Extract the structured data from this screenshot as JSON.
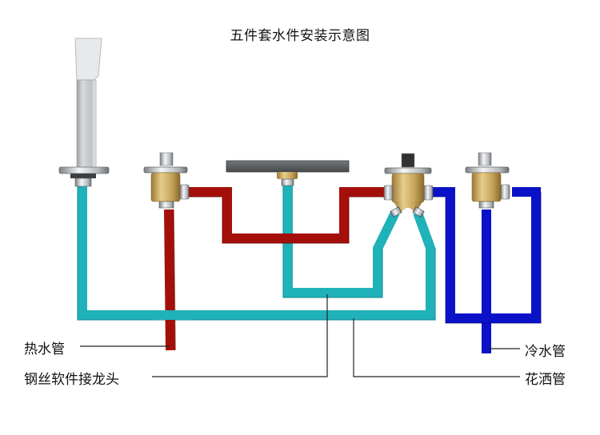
{
  "title": "五件套水件安装示意图",
  "labels": {
    "hot_pipe": "热水管",
    "hose_connector": "钢丝软件接龙头",
    "cold_pipe": "冷水管",
    "shower_pipe": "花洒管"
  },
  "components": [
    {
      "id": "hand-shower",
      "type": "hand shower head"
    },
    {
      "id": "hot-valve",
      "type": "hot water valve"
    },
    {
      "id": "spout",
      "type": "bath spout"
    },
    {
      "id": "diverter-valve",
      "type": "mixing / diverter valve"
    },
    {
      "id": "cold-valve",
      "type": "cold water valve"
    }
  ],
  "colors": {
    "hot_pipe": "#a50f0a",
    "cold_pipe": "#0a12c8",
    "shower_pipe": "#1fb2b8",
    "brass": "#c9a659",
    "chrome": "#c8cacc",
    "spout": "#5a5c5e",
    "leader_line": "#222222"
  }
}
